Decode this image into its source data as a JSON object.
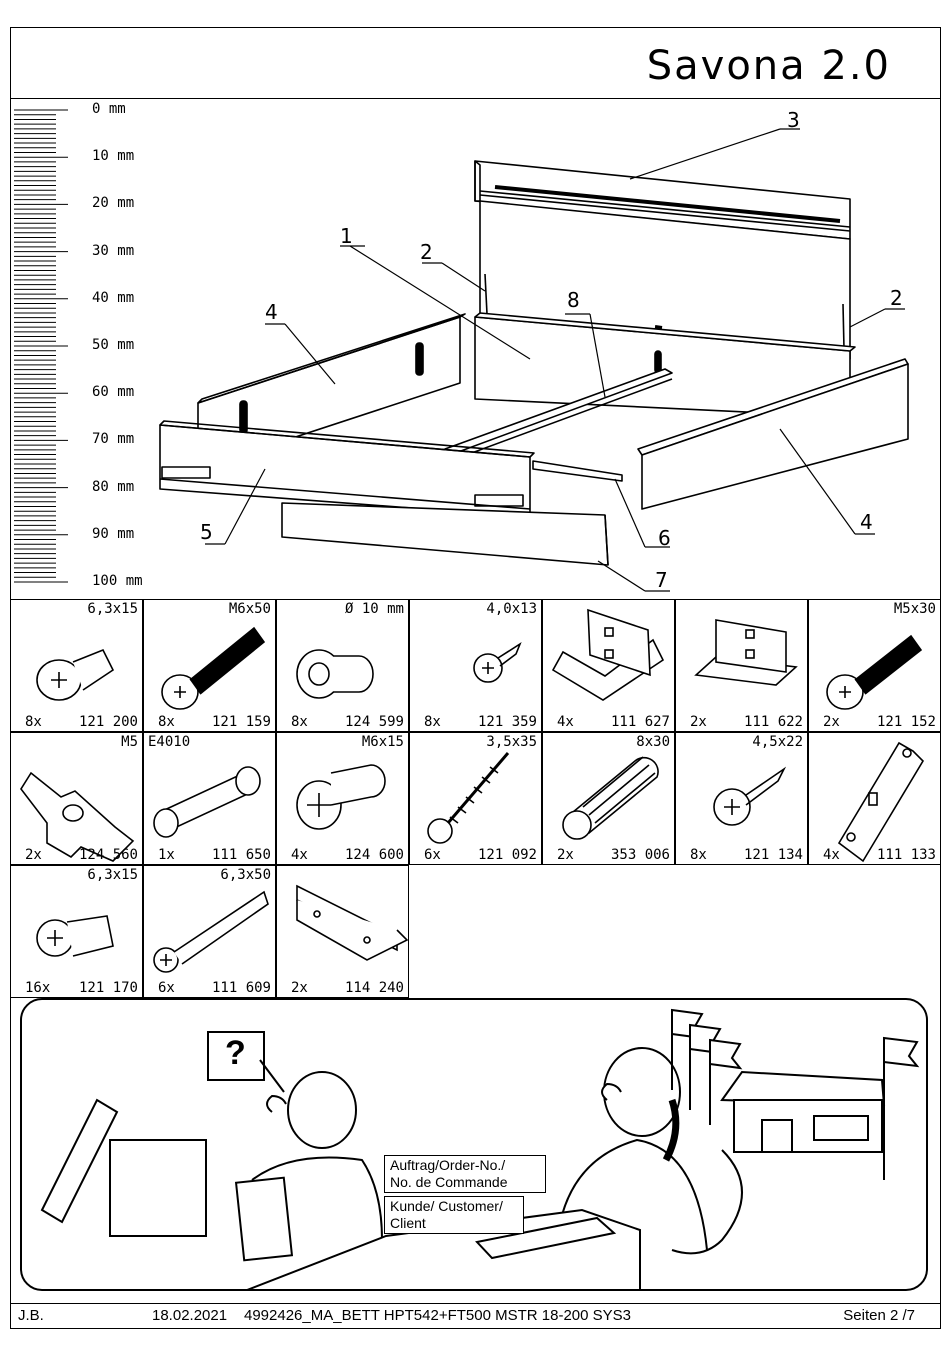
{
  "title": "Savona 2.0",
  "ruler": {
    "labels": [
      "0 mm",
      "10 mm",
      "20 mm",
      "30 mm",
      "40 mm",
      "50 mm",
      "60 mm",
      "70 mm",
      "80 mm",
      "90 mm",
      "100 mm"
    ]
  },
  "callouts": [
    "1",
    "2",
    "2",
    "3",
    "4",
    "4",
    "5",
    "6",
    "7",
    "8"
  ],
  "parts": [
    {
      "spec": "6,3x15",
      "qty": "8x",
      "code": "121 200",
      "icon": "screw-short-icon"
    },
    {
      "spec": "M6x50",
      "qty": "8x",
      "code": "121 159",
      "icon": "bolt-long-icon"
    },
    {
      "spec": "Ø  10 mm",
      "qty": "8x",
      "code": "124 599",
      "icon": "sleeve-nut-icon"
    },
    {
      "spec": "4,0x13",
      "qty": "8x",
      "code": "121 359",
      "icon": "wood-screw-small-icon"
    },
    {
      "spec": "",
      "qty": "4x",
      "code": "111 627",
      "icon": "bracket-large-icon"
    },
    {
      "spec": "",
      "qty": "2x",
      "code": "111 622",
      "icon": "bracket-small-icon"
    },
    {
      "spec": "M5x30",
      "qty": "2x",
      "code": "121 152",
      "icon": "bolt-medium-icon"
    },
    {
      "spec": "M5",
      "qty": "2x",
      "code": "124 560",
      "icon": "wing-nut-icon"
    },
    {
      "spec": "E4010",
      "qty": "1x",
      "code": "111 650",
      "icon": "connector-bolt-icon"
    },
    {
      "spec": "M6x15",
      "qty": "4x",
      "code": "124 600",
      "icon": "sleeve-nut-short-icon"
    },
    {
      "spec": "3,5x35",
      "qty": "6x",
      "code": "121 092",
      "icon": "wood-screw-long-icon"
    },
    {
      "spec": "8x30",
      "qty": "2x",
      "code": "353 006",
      "icon": "dowel-icon"
    },
    {
      "spec": "4,5x22",
      "qty": "8x",
      "code": "121 134",
      "icon": "wood-screw-medium-icon"
    },
    {
      "spec": "",
      "qty": "4x",
      "code": "111 133",
      "icon": "corner-plate-icon"
    },
    {
      "spec": "6,3x15",
      "qty": "16x",
      "code": "121 170",
      "icon": "euro-screw-icon"
    },
    {
      "spec": "6,3x50",
      "qty": "6x",
      "code": "111 609",
      "icon": "euro-screw-long-icon"
    },
    {
      "spec": "",
      "qty": "2x",
      "code": "114 240",
      "icon": "angle-rail-icon"
    }
  ],
  "help": {
    "question_mark": "?",
    "order_label": "Auftrag/Order-No./\nNo. de Commande",
    "customer_label": "Kunde/ Customer/\nClient"
  },
  "footer": {
    "author": "J.B.",
    "date": "18.02.2021",
    "doc_id": "4992426_MA_BETT HPT542+FT500 MSTR 18-200 SYS3",
    "pages": "Seiten 2 /7"
  }
}
